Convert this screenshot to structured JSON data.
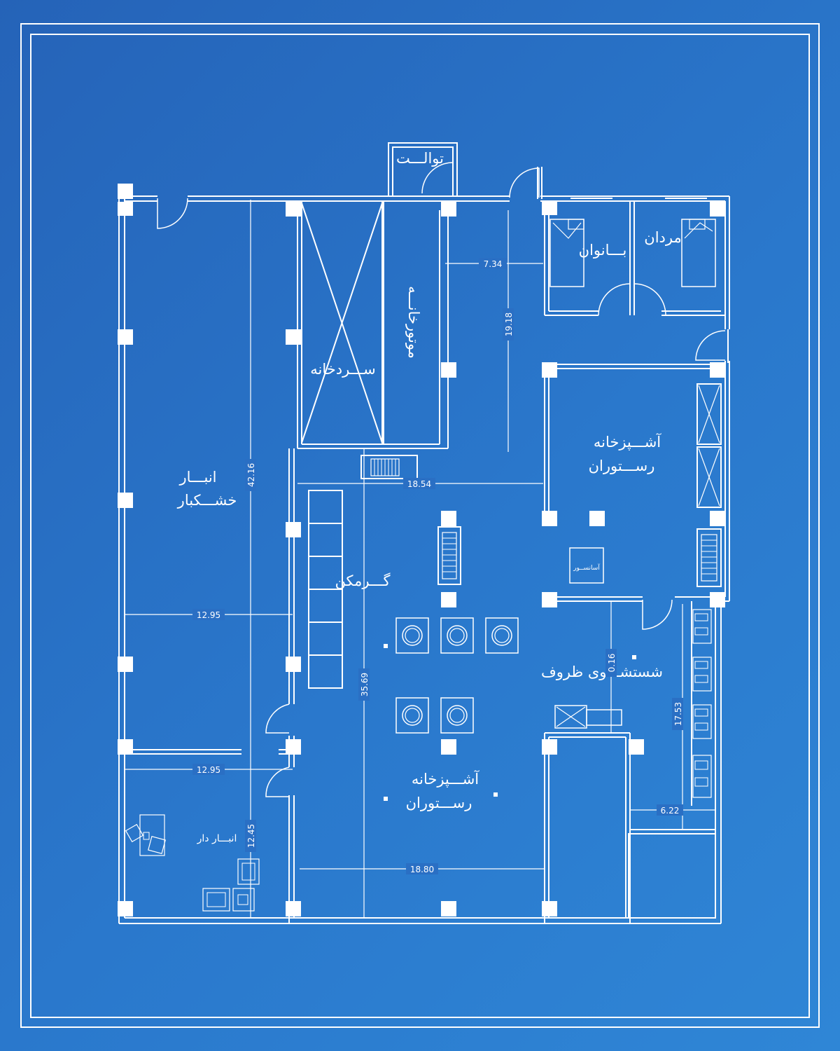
{
  "colors": {
    "background": "#2a6fc4",
    "lines": "#ffffff"
  },
  "rooms": {
    "toilet": "توالـــت",
    "women": "بـــانوان",
    "men": "مردان",
    "engine_room": "موتورخانـــه",
    "cold_storage": "ســـردخانه",
    "dry_store_1": "انبـــار",
    "dry_store_2": "خشـــکبار",
    "kitchen_upper_1": "آشـــپزخانه",
    "kitchen_upper_2": "رســـتوران",
    "warmer": "گـــرمکن",
    "elevator": "آسانســور",
    "dishwash": "شستشـــوی ظروف",
    "kitchen_lower_1": "آشـــپزخانه",
    "kitchen_lower_2": "رســـتوران",
    "stock_store": "انبـــار دار"
  },
  "dimensions": {
    "d_734": "7.34",
    "d_1918": "19.18",
    "d_4216": "42.16",
    "d_1854": "18.54",
    "d_1295_a": "12.95",
    "d_1295_b": "12.95",
    "d_3569": "35.69",
    "d_016": "0.16",
    "d_1753": "17.53",
    "d_622": "6.22",
    "d_1245": "12.45",
    "d_1880": "18.80"
  }
}
